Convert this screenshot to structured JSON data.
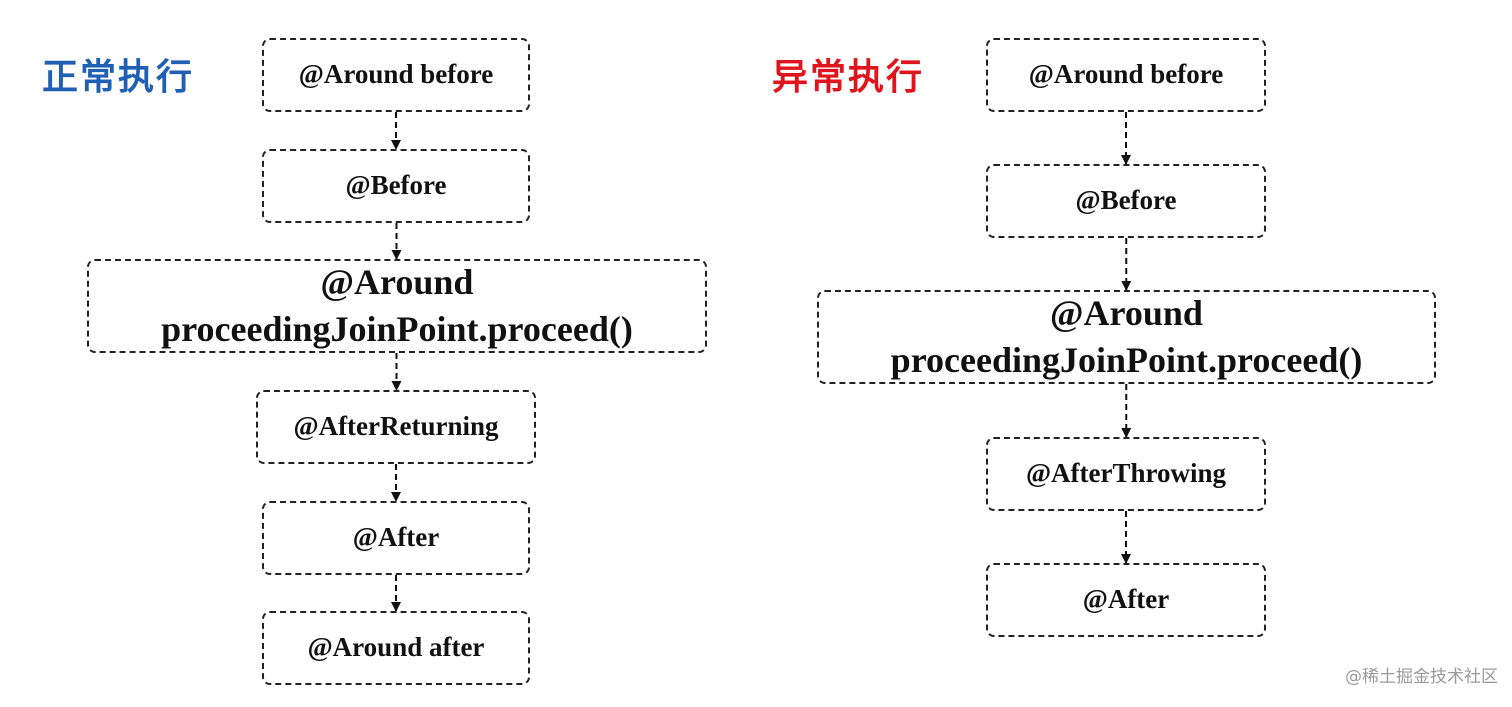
{
  "normal": {
    "title": "正常执行",
    "title_color": "#1f5fb4",
    "steps": [
      "@Around before",
      "@Before",
      "@Around proceedingJoinPoint.proceed()",
      "@AfterReturning",
      "@After",
      "@Around after"
    ]
  },
  "exception": {
    "title": "异常执行",
    "title_color": "#e0141c",
    "steps": [
      "@Around before",
      "@Before",
      "@Around proceedingJoinPoint.proceed()",
      "@AfterThrowing",
      "@After"
    ]
  },
  "watermark": "@稀土掘金技术社区"
}
